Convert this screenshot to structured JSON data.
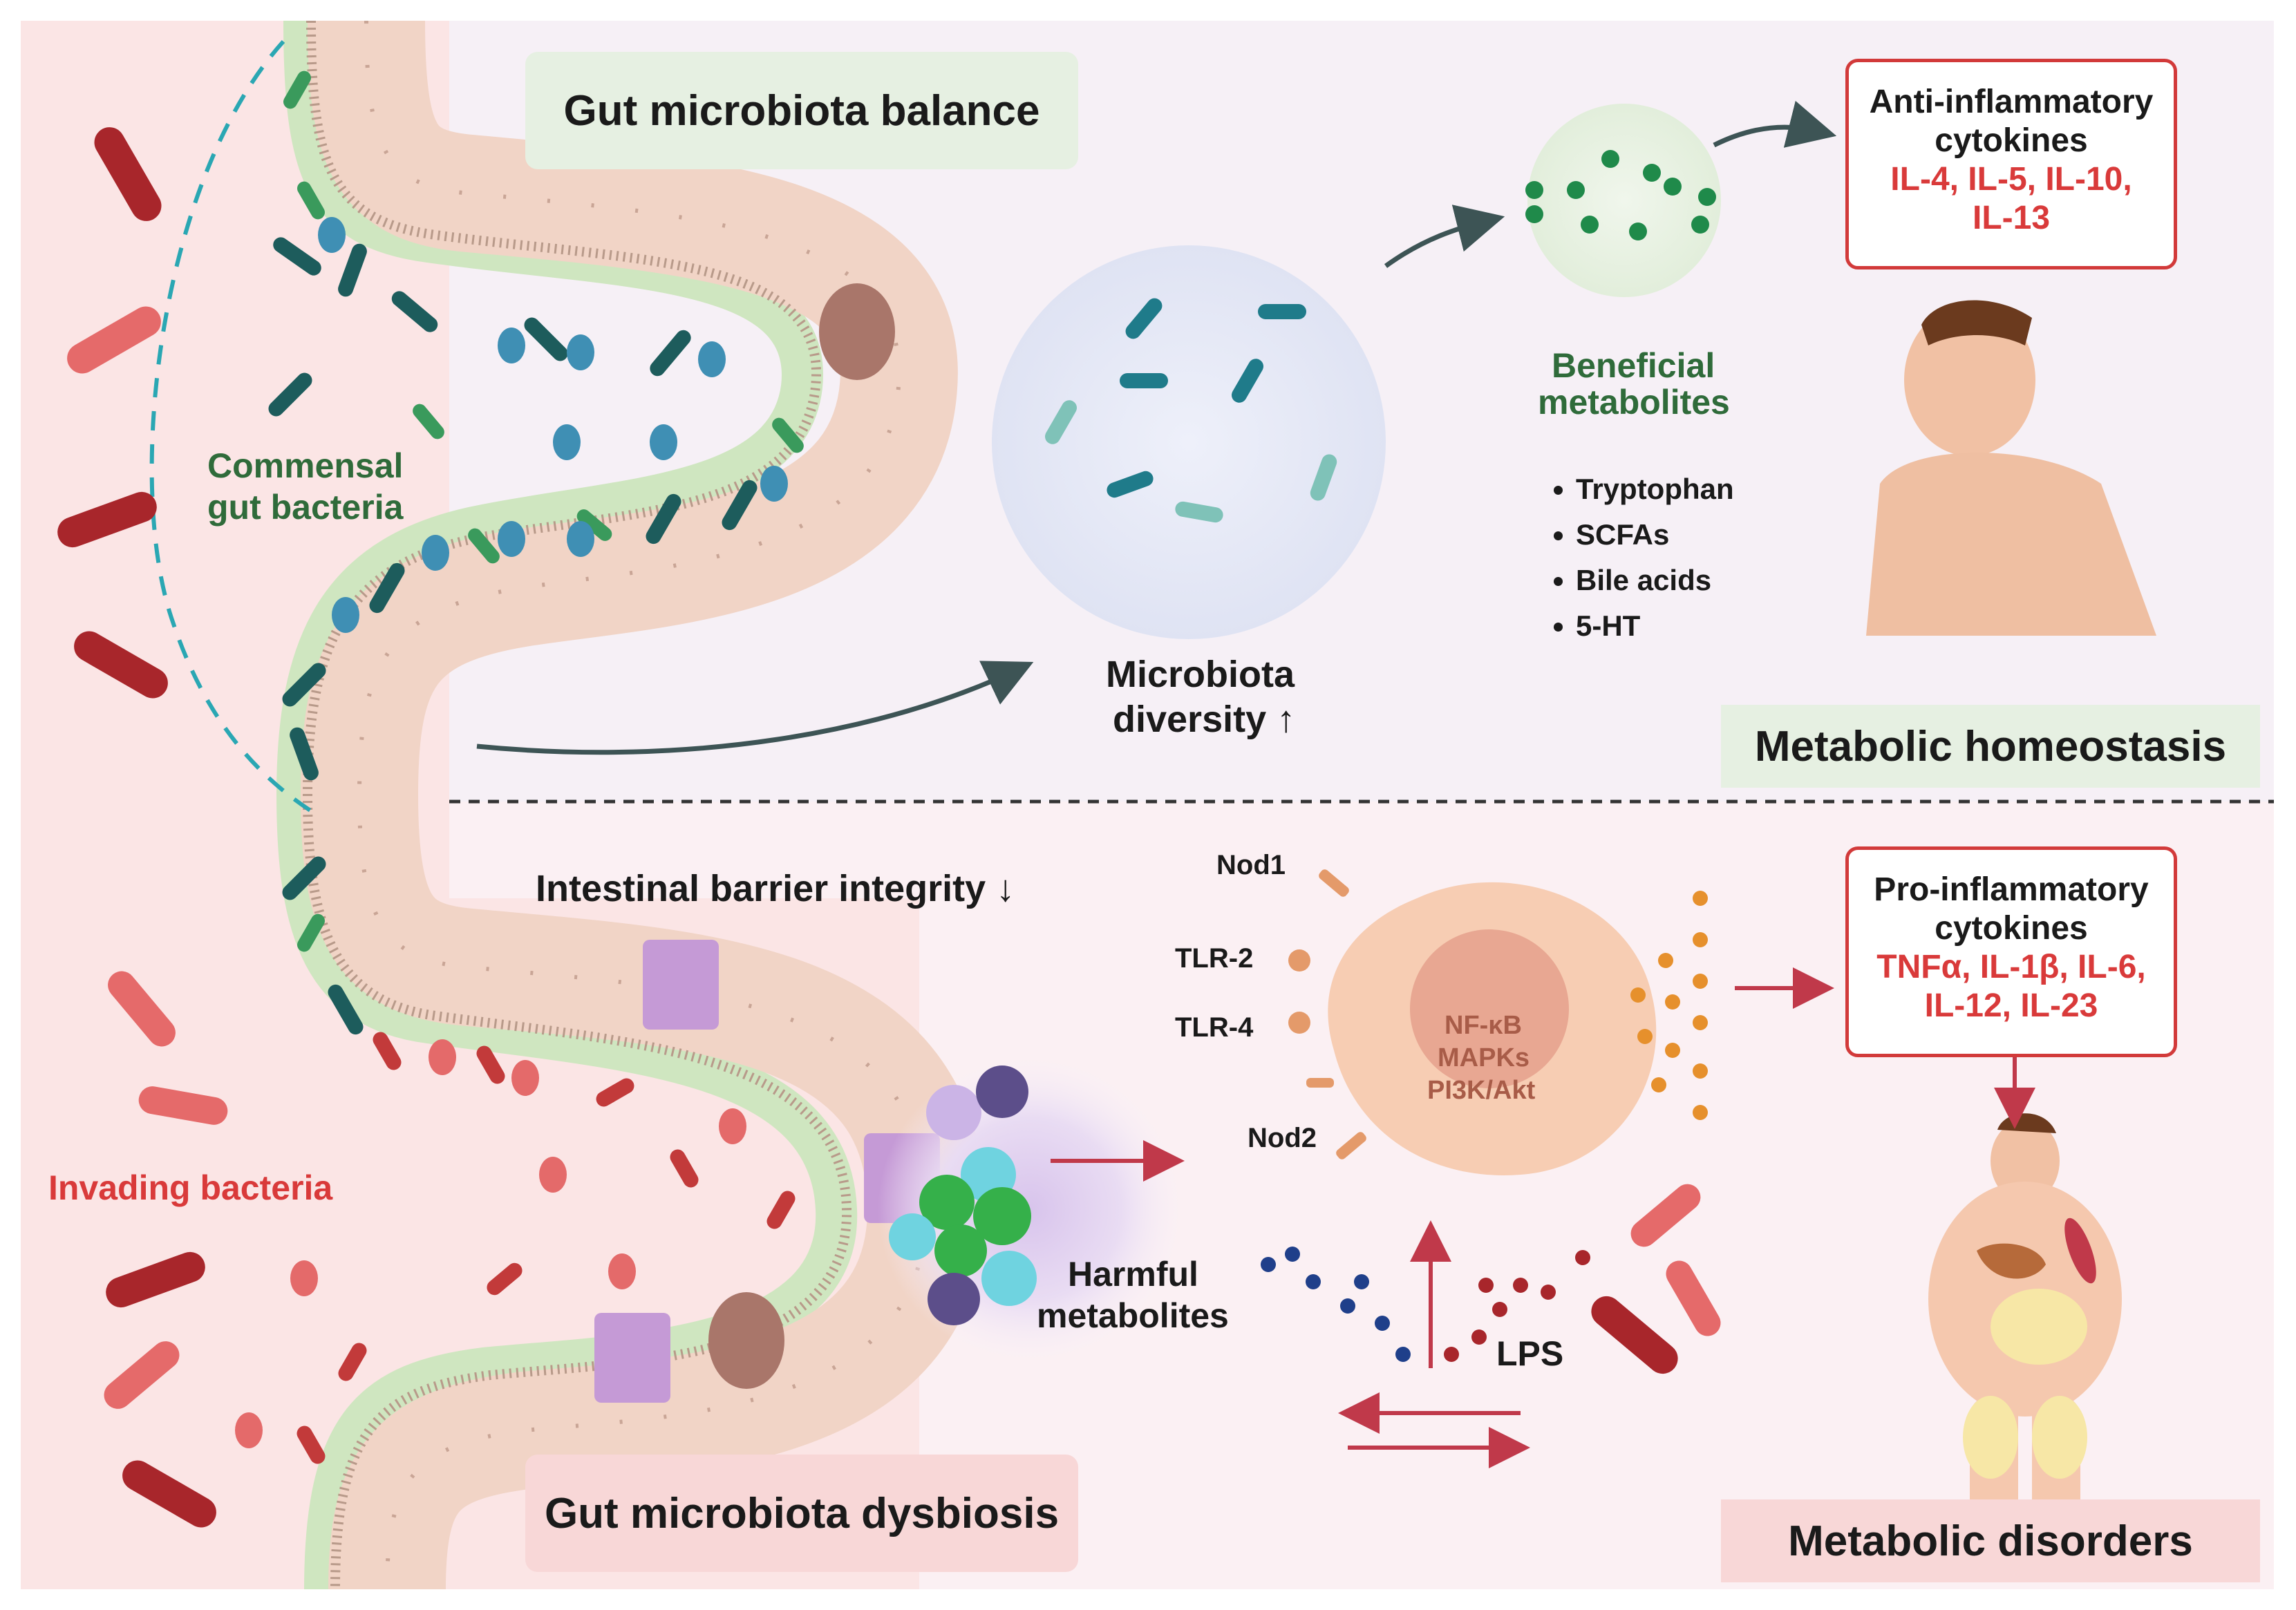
{
  "top_title": "Gut microbiota balance",
  "bottom_title": "Gut microbiota dysbiosis",
  "commensal_label_1": "Commensal",
  "commensal_label_2": "gut bacteria",
  "invading_label": "Invading bacteria",
  "microbiota_diversity_1": "Microbiota",
  "microbiota_diversity_2": "diversity ↑",
  "barrier_integrity": "Intestinal barrier integrity ↓",
  "beneficial_1": "Beneficial",
  "beneficial_2": "metabolites",
  "beneficial_items": [
    "Tryptophan",
    "SCFAs",
    "Bile acids",
    "5-HT"
  ],
  "anti_inflammatory": {
    "line1": "Anti-inflammatory",
    "line2": "cytokines",
    "red1": "IL-4, IL-5, IL-10,",
    "red2": "IL-13"
  },
  "pro_inflammatory": {
    "line1": "Pro-inflammatory",
    "line2": "cytokines",
    "red1": "TNFα, IL-1β, IL-6,",
    "red2": "IL-12, IL-23"
  },
  "metabolic_homeostasis": "Metabolic homeostasis",
  "metabolic_disorders": "Metabolic disorders",
  "receptors": {
    "nod1": "Nod1",
    "tlr2": "TLR-2",
    "tlr4": "TLR-4",
    "nod2": "Nod2"
  },
  "pathways": [
    "NF-κB",
    "MAPKs",
    "PI3K/Akt"
  ],
  "harmful_1": "Harmful",
  "harmful_2": "metabolites",
  "lps": "LPS",
  "colors": {
    "red_text": "#d93a3a",
    "green_text": "#2f6b3a",
    "top_panel": "#f5f0f5",
    "bottom_panel": "#fbeaea",
    "green_box": "#e6f0e2",
    "pink_box": "#f8d7d7"
  }
}
